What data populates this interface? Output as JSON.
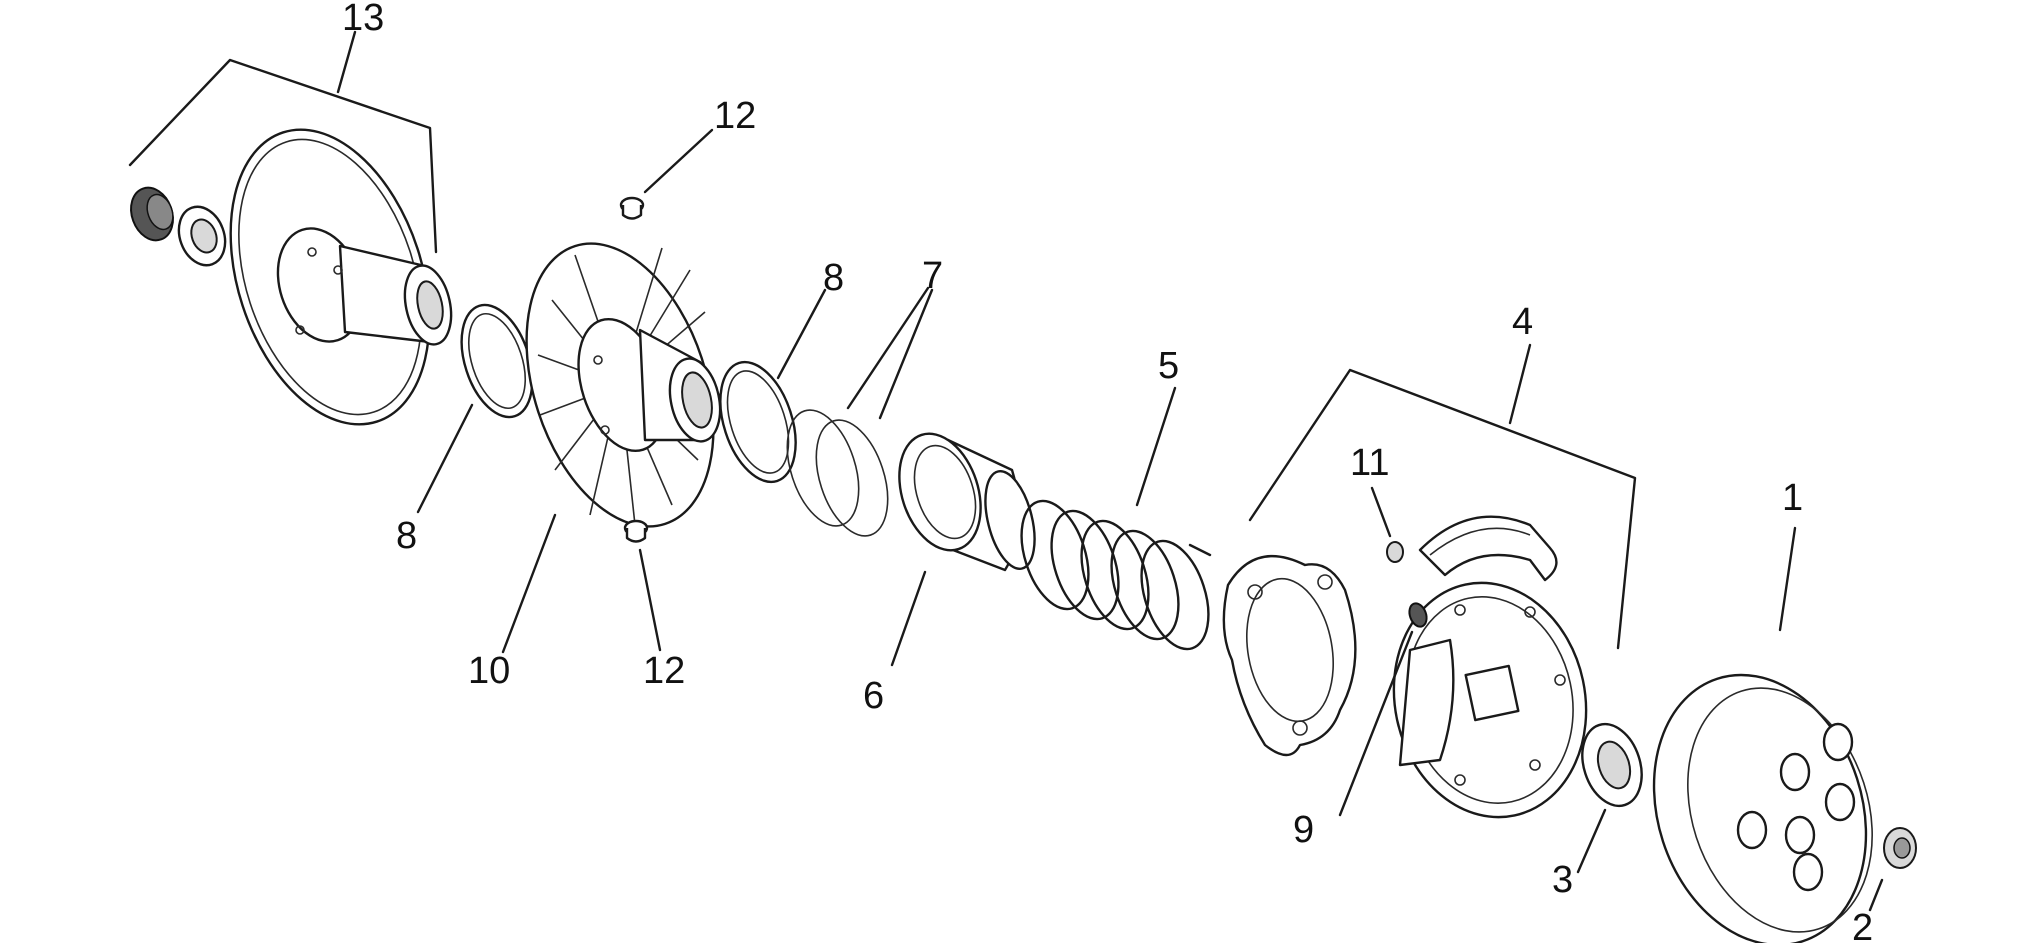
{
  "callouts": [
    {
      "id": "c1",
      "text": "1"
    },
    {
      "id": "c2",
      "text": "2"
    },
    {
      "id": "c3",
      "text": "3"
    },
    {
      "id": "c4",
      "text": "4"
    },
    {
      "id": "c5",
      "text": "5"
    },
    {
      "id": "c6",
      "text": "6"
    },
    {
      "id": "c7",
      "text": "7"
    },
    {
      "id": "c8a",
      "text": "8"
    },
    {
      "id": "c8b",
      "text": "8"
    },
    {
      "id": "c9",
      "text": "9"
    },
    {
      "id": "c10",
      "text": "10"
    },
    {
      "id": "c11",
      "text": "11"
    },
    {
      "id": "c12a",
      "text": "12"
    },
    {
      "id": "c12b",
      "text": "12"
    },
    {
      "id": "c13",
      "text": "13"
    }
  ]
}
